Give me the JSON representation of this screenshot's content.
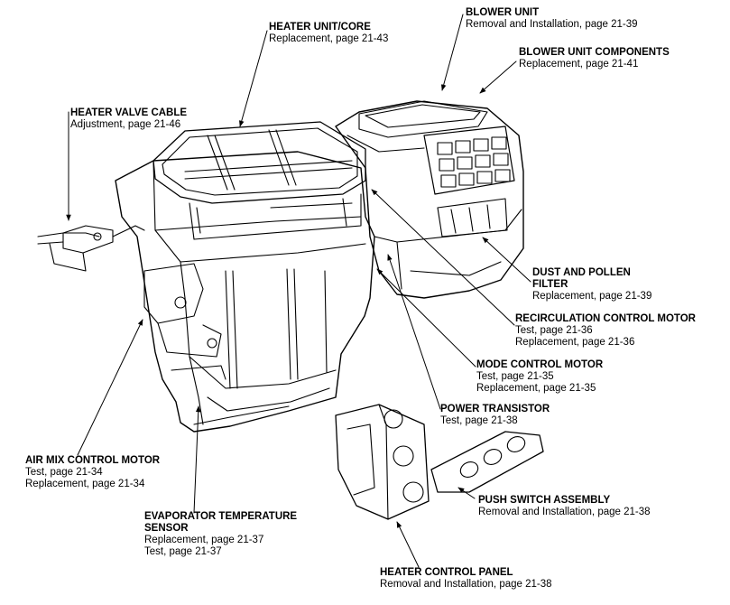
{
  "callouts": {
    "heater_unit_core": {
      "title": [
        "HEATER UNIT/CORE"
      ],
      "details": [
        "Replacement, page 21-43"
      ]
    },
    "blower_unit": {
      "title": [
        "BLOWER UNIT"
      ],
      "details": [
        "Removal and Installation, page 21-39"
      ]
    },
    "blower_unit_components": {
      "title": [
        "BLOWER UNIT COMPONENTS"
      ],
      "details": [
        "Replacement, page 21-41"
      ]
    },
    "heater_valve_cable": {
      "title": [
        "HEATER VALVE CABLE"
      ],
      "details": [
        "Adjustment, page 21-46"
      ]
    },
    "dust_pollen_filter": {
      "title": [
        "DUST AND POLLEN",
        "FILTER"
      ],
      "details": [
        "Replacement, page 21-39"
      ]
    },
    "recirculation_control_motor": {
      "title": [
        "RECIRCULATION CONTROL MOTOR"
      ],
      "details": [
        "Test, page 21-36",
        "Replacement, page 21-36"
      ]
    },
    "mode_control_motor": {
      "title": [
        "MODE CONTROL MOTOR"
      ],
      "details": [
        "Test, page 21-35",
        "Replacement, page 21-35"
      ]
    },
    "power_transistor": {
      "title": [
        "POWER TRANSISTOR"
      ],
      "details": [
        "Test, page 21-38"
      ]
    },
    "air_mix_control_motor": {
      "title": [
        "AIR MIX CONTROL MOTOR"
      ],
      "details": [
        "Test, page 21-34",
        "Replacement, page 21-34"
      ]
    },
    "evaporator_temperature_sensor": {
      "title": [
        "EVAPORATOR TEMPERATURE",
        "SENSOR"
      ],
      "details": [
        "Replacement, page 21-37",
        "Test, page 21-37"
      ]
    },
    "push_switch_assembly": {
      "title": [
        "PUSH SWITCH ASSEMBLY"
      ],
      "details": [
        "Removal and Installation, page 21-38"
      ]
    },
    "heater_control_panel": {
      "title": [
        "HEATER CONTROL PANEL"
      ],
      "details": [
        "Removal and Installation, page 21-38"
      ]
    }
  }
}
